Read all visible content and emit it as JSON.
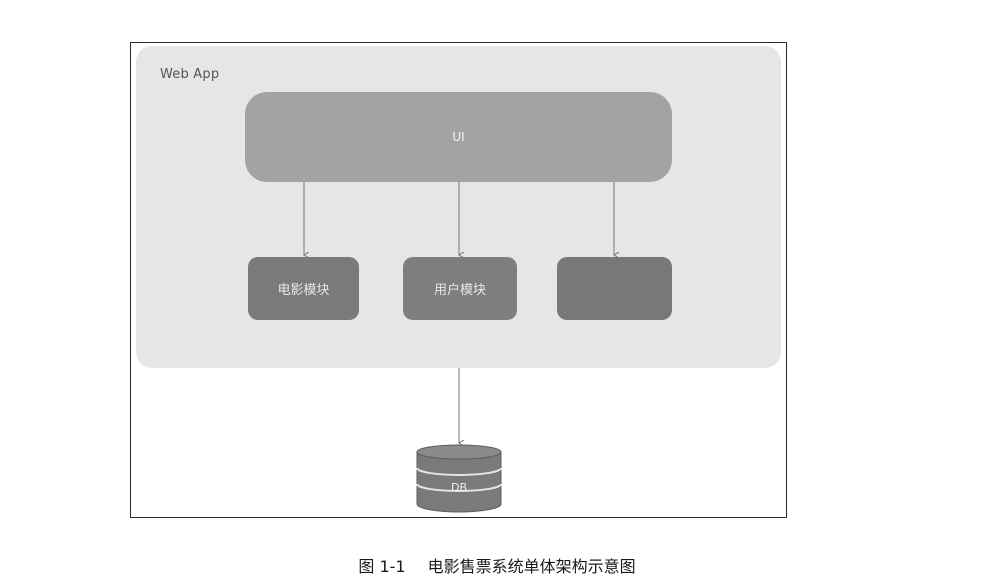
{
  "diagram": {
    "container_label": "Web App",
    "ui_label": "UI",
    "modules": [
      {
        "label": "电影模块"
      },
      {
        "label": "用户模块"
      },
      {
        "label": ""
      }
    ],
    "database_label": "DB"
  },
  "caption": {
    "number": "图 1-1",
    "title": "电影售票系统单体架构示意图"
  },
  "colors": {
    "container_fill": "#e6e6e6",
    "ui_fill": "#a3a3a3",
    "module_fill": "#7a7a7a",
    "db_fill": "#7a7a7a",
    "arrow": "#777777",
    "frame_border": "#2a2a2a"
  }
}
